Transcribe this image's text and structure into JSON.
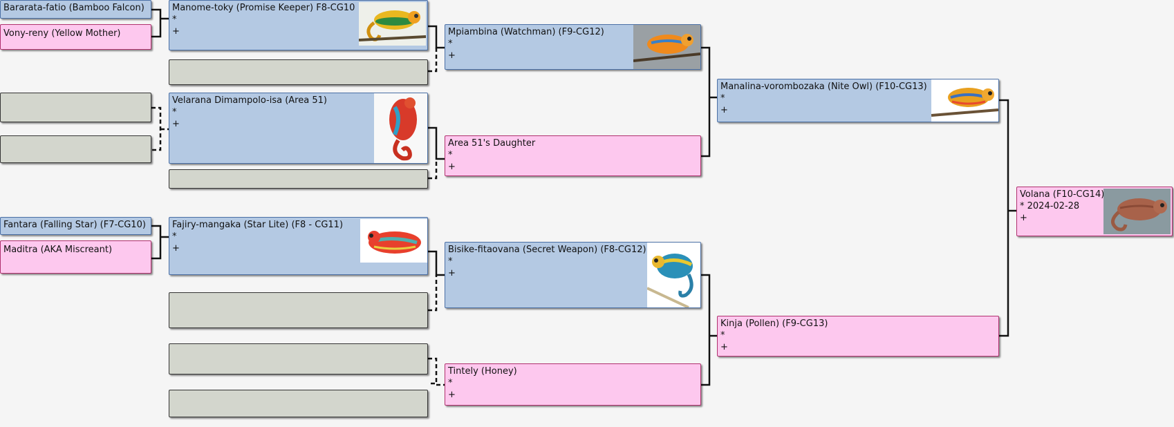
{
  "colors": {
    "male": "#b4c9e3",
    "female": "#fdc8ee",
    "unknown": "#d3d6cd",
    "connector": "#111111"
  },
  "nodes": {
    "bararata": {
      "name": "Bararata-fatio (Bamboo Falcon)",
      "sex": "male"
    },
    "vonyreny": {
      "name": "Vony-reny (Yellow Mother)",
      "sex": "female"
    },
    "manome": {
      "name": "Manome-toky (Promise Keeper) F8-CG10",
      "sex": "male",
      "birth": "*",
      "death": "+",
      "photo": "chameleon-photo"
    },
    "velarana": {
      "name": "Velarana Dimampolo-isa (Area 51)",
      "sex": "male",
      "birth": "*",
      "death": "+",
      "photo": "chameleon-photo"
    },
    "fantara": {
      "name": "Fantara (Falling Star) (F7-CG10)",
      "sex": "male"
    },
    "maditra": {
      "name": "Maditra (AKA Miscreant)",
      "sex": "female"
    },
    "fajiry": {
      "name": "Fajiry-mangaka (Star Lite) (F8 - CG11)",
      "sex": "male",
      "birth": "*",
      "death": "+",
      "photo": "chameleon-photo"
    },
    "mpiambina": {
      "name": "Mpiambina (Watchman) (F9-CG12)",
      "sex": "male",
      "birth": "*",
      "death": "+",
      "photo": "chameleon-photo"
    },
    "area51d": {
      "name": "Area 51's Daughter",
      "sex": "female",
      "birth": "*",
      "death": "+"
    },
    "bisike": {
      "name": "Bisike-fitaovana (Secret Weapon) (F8-CG12)",
      "sex": "male",
      "birth": "*",
      "death": "+",
      "photo": "chameleon-photo"
    },
    "tintely": {
      "name": "Tintely (Honey)",
      "sex": "female",
      "birth": "*",
      "death": "+"
    },
    "manalina": {
      "name": "Manalina-vorombozaka (Nite Owl) (F10-CG13)",
      "sex": "male",
      "birth": "*",
      "death": "+",
      "photo": "chameleon-photo"
    },
    "kinja": {
      "name": "Kinja (Pollen) (F9-CG13)",
      "sex": "female",
      "birth": "*",
      "death": "+"
    },
    "volana": {
      "name": "Volana (F10-CG14)",
      "sex": "female",
      "birth": "* 2024-02-28",
      "death": "+",
      "photo": "chameleon-photo"
    }
  }
}
